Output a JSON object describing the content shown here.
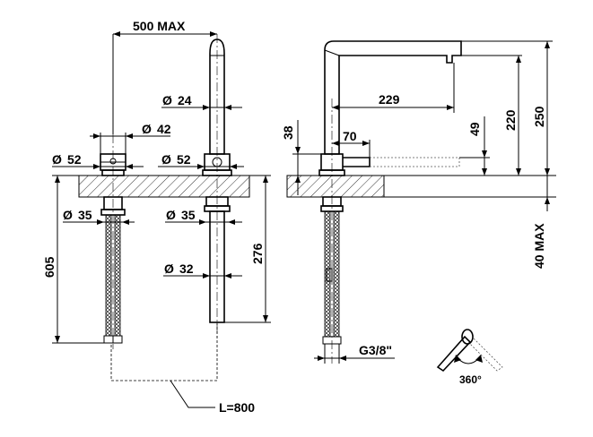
{
  "dimensions": {
    "reach_max": "500 MAX",
    "diam_24": "24",
    "diam_42": "42",
    "diam_52_left": "52",
    "diam_52_right": "52",
    "diam_35_left": "35",
    "diam_35_right": "35",
    "diam_32": "32",
    "height_605": "605",
    "height_276": "276",
    "hose_length": "L=800",
    "spout_229": "229",
    "height_220": "220",
    "height_250": "250",
    "depth_38": "38",
    "width_70": "70",
    "height_49": "49",
    "deck_40_max": "40 MAX",
    "thread": "G3/8\""
  },
  "symbols": {
    "diameter": "Ø",
    "rotation": "360°",
    "rotation_icon": "rotate-360-icon"
  }
}
